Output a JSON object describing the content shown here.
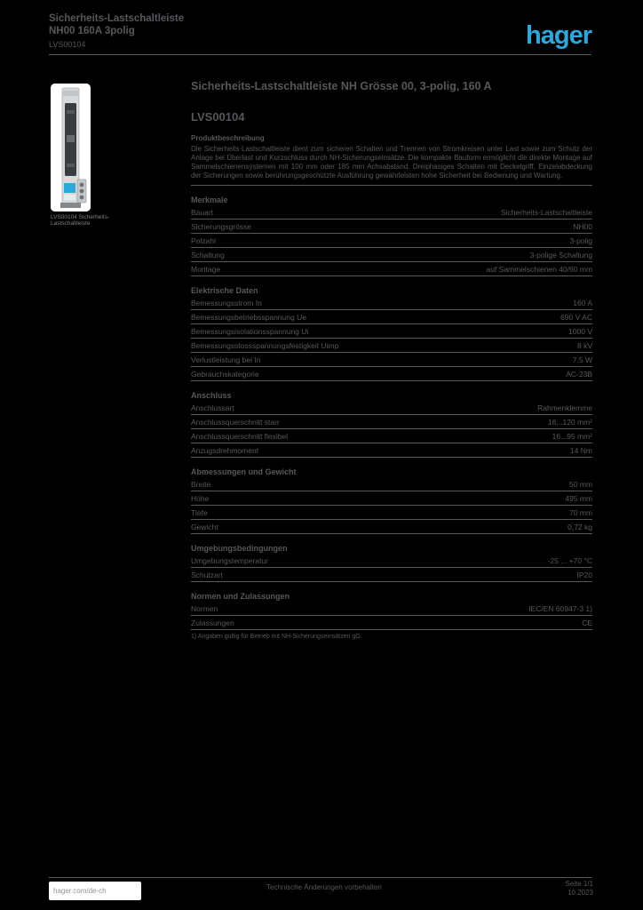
{
  "colors": {
    "background": "#000000",
    "text": "#55585A",
    "accent_blue": "#2AA9DD",
    "card_white": "#FFFFFF"
  },
  "header": {
    "line1": "Sicherheits-Lastschaltleiste",
    "line2": "NH00 160A 3polig",
    "line3": "LVS00104"
  },
  "logo": {
    "text": "hager"
  },
  "product_image": {
    "caption": "LVS00104 Sicherheits-Lastschaltleiste"
  },
  "main": {
    "title": "Sicherheits-Lastschaltleiste NH Grösse 00, 3-polig, 160 A",
    "reference": "LVS00104",
    "description_label": "Produktbeschreibung",
    "description": "Die Sicherheits-Lastschaltleiste dient zum sicheren Schalten und Trennen von Stromkreisen unter Last sowie zum Schutz der Anlage bei Überlast und Kurzschluss durch NH-Sicherungseinsätze. Die kompakte Bauform ermöglicht die direkte Montage auf Sammelschienensystemen mit 100 mm oder 185 mm Achsabstand. Dreiphasiges Schalten mit Deckelgriff, Einzelabdeckung der Sicherungen sowie berührungsgeschützte Ausführung gewährleisten hohe Sicherheit bei Bedienung und Wartung.",
    "sections": [
      {
        "title": "Merkmale",
        "rows": [
          {
            "label": "Bauart",
            "value": "Sicherheits-Lastschaltleiste"
          },
          {
            "label": "Sicherungsgrösse",
            "value": "NH00"
          },
          {
            "label": "Polzahl",
            "value": "3-polig"
          },
          {
            "label": "Schaltung",
            "value": "3-polige Schaltung"
          },
          {
            "label": "Montage",
            "value": "auf Sammelschienen 40/60 mm"
          }
        ]
      },
      {
        "title": "Elektrische Daten",
        "rows": [
          {
            "label": "Bemessungsstrom In",
            "value": "160 A"
          },
          {
            "label": "Bemessungsbetriebsspannung Ue",
            "value": "690 V AC"
          },
          {
            "label": "Bemessungsisolationsspannung Ui",
            "value": "1000 V"
          },
          {
            "label": "Bemessungsstossspannungsfestigkeit Uimp",
            "value": "8 kV"
          },
          {
            "label": "Verlustleistung bei In",
            "value": "7,5 W"
          },
          {
            "label": "Gebrauchskategorie",
            "value": "AC-23B"
          }
        ]
      },
      {
        "title": "Anschluss",
        "rows": [
          {
            "label": "Anschlussart",
            "value": "Rahmenklemme"
          },
          {
            "label": "Anschlussquerschnitt starr",
            "value": "16...120 mm²"
          },
          {
            "label": "Anschlussquerschnitt flexibel",
            "value": "16...95 mm²"
          },
          {
            "label": "Anzugsdrehmoment",
            "value": "14 Nm"
          }
        ]
      },
      {
        "title": "Abmessungen und Gewicht",
        "rows": [
          {
            "label": "Breite",
            "value": "50 mm"
          },
          {
            "label": "Höhe",
            "value": "495 mm"
          },
          {
            "label": "Tiefe",
            "value": "70 mm"
          },
          {
            "label": "Gewicht",
            "value": "0,72 kg"
          }
        ]
      },
      {
        "title": "Umgebungsbedingungen",
        "rows": [
          {
            "label": "Umgebungstemperatur",
            "value": "-25 ... +70 °C"
          },
          {
            "label": "Schutzart",
            "value": "IP20"
          }
        ]
      },
      {
        "title": "Normen und Zulassungen",
        "rows": [
          {
            "label": "Normen",
            "value": "IEC/EN 60947-3 1)"
          },
          {
            "label": "Zulassungen",
            "value": "CE"
          }
        ]
      }
    ],
    "footnote": "1) Angaben gültig für Betrieb mit NH-Sicherungseinsätzen gG."
  },
  "footer": {
    "site": "hager.com/de-ch",
    "center": "Technische Änderungen vorbehalten",
    "page": "Seite 1/1",
    "date": "10.2023"
  }
}
